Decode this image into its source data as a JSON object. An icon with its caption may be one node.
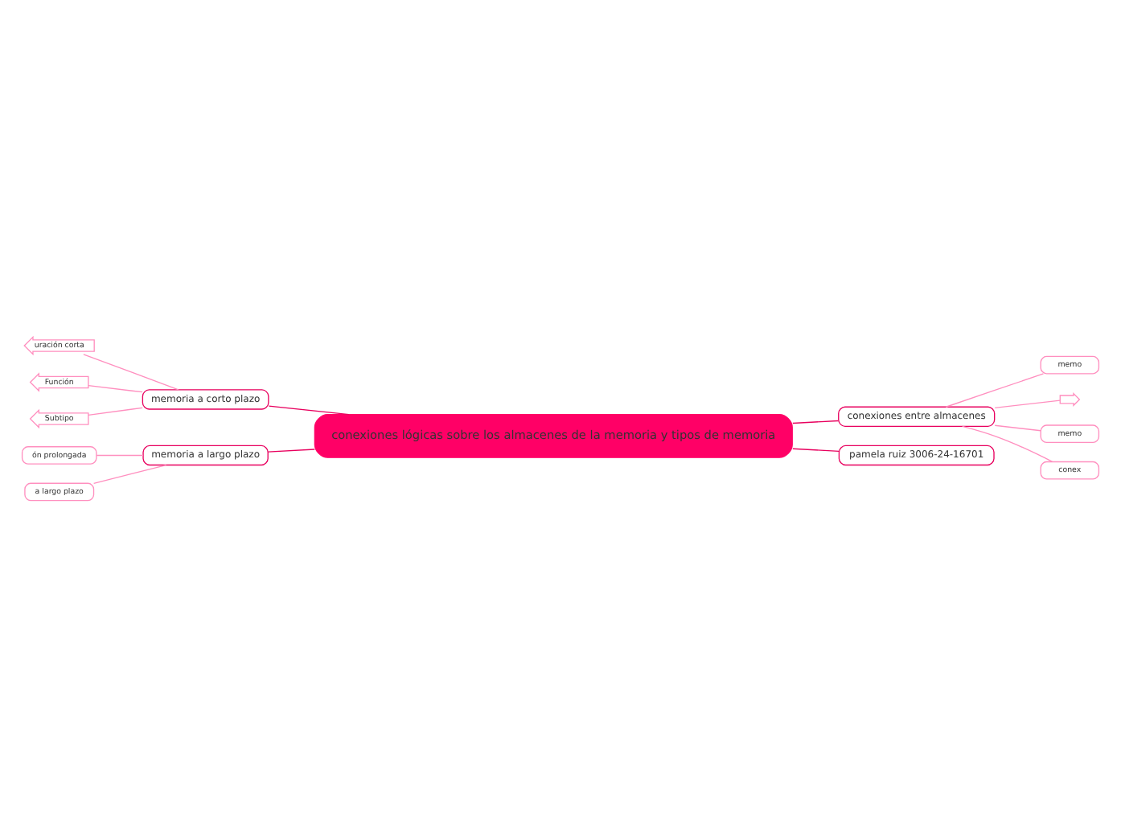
{
  "diagram": {
    "nodes": [
      {
        "text": [
          "conexiones lógicas sobre los almacenes de la memoria y tipos de memoria"
        ]
      },
      {
        "text": [
          "memoria a corto plazo"
        ]
      },
      {
        "text": [
          "uración corta"
        ]
      },
      {
        "text": [
          "Función"
        ]
      },
      {
        "text": [
          "Subtipo"
        ]
      },
      {
        "text": [
          "memoria a largo plazo"
        ]
      },
      {
        "text": [
          "ón prolongada"
        ]
      },
      {
        "text": [
          "a largo plazo"
        ]
      },
      {
        "text": [
          "conexiones entre almacenes"
        ]
      },
      {
        "text": [
          "memo"
        ]
      },
      {
        "text": [],
        "shape": "arrow"
      },
      {
        "text": [
          "memo"
        ]
      },
      {
        "text": [
          "conex"
        ]
      },
      {
        "text": [
          "pamela ruiz 3006-24-16701"
        ]
      }
    ],
    "edges": [
      {
        "from": 0,
        "to": 1,
        "arrow": "none",
        "color": "#e8005e"
      },
      {
        "from": 1,
        "to": 2,
        "arrow": "none"
      },
      {
        "from": 1,
        "to": 3,
        "arrow": "none"
      },
      {
        "from": 1,
        "to": 4,
        "arrow": "none"
      },
      {
        "from": 0,
        "to": 5,
        "arrow": "none",
        "color": "#e8005e"
      },
      {
        "from": 5,
        "to": 6,
        "arrow": "none"
      },
      {
        "from": 5,
        "to": 7,
        "arrow": "none"
      },
      {
        "from": 0,
        "to": 8,
        "arrow": "none",
        "color": "#e8005e"
      },
      {
        "from": 8,
        "to": 9,
        "arrow": "none"
      },
      {
        "from": 8,
        "to": 10,
        "arrow": "none"
      },
      {
        "from": 8,
        "to": 11,
        "arrow": "none"
      },
      {
        "from": 8,
        "to": 12,
        "arrow": "none"
      },
      {
        "from": 0,
        "to": 13,
        "arrow": "none",
        "color": "#e8005e"
      }
    ]
  }
}
